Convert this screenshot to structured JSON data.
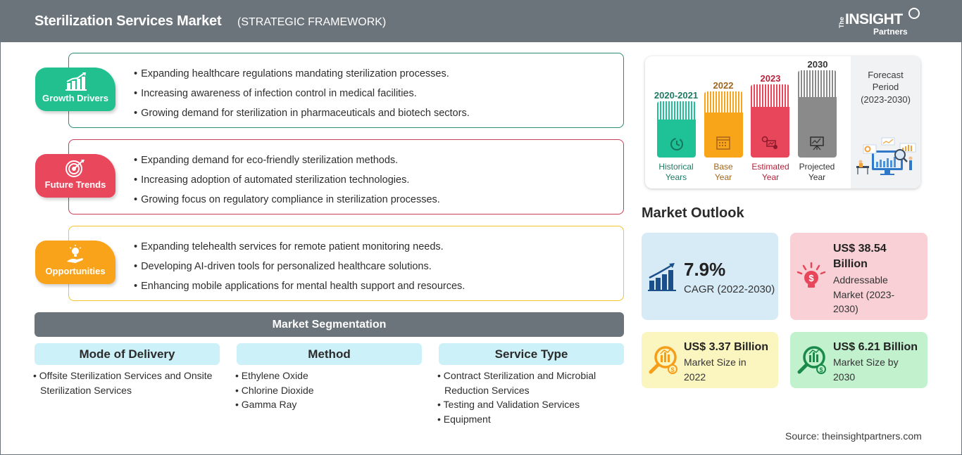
{
  "header": {
    "title": "Sterilization Services Market",
    "subtitle": "(STRATEGIC FRAMEWORK)",
    "logo": {
      "the": "The",
      "insight": "INSIGHT",
      "partners": "Partners"
    }
  },
  "framework": [
    {
      "label": "Growth Drivers",
      "icon": "growth-chart-icon",
      "color": "#21c08e",
      "items": [
        "Expanding healthcare regulations mandating sterilization processes.",
        "Increasing awareness of infection control in medical facilities.",
        "Growing demand for sterilization in pharmaceuticals and biotech sectors."
      ]
    },
    {
      "label": "Future Trends",
      "icon": "target-icon",
      "color": "#e9475c",
      "items": [
        "Expanding demand for eco-friendly sterilization methods.",
        "Increasing adoption of automated sterilization technologies.",
        "Growing focus on regulatory compliance in sterilization processes."
      ]
    },
    {
      "label": "Opportunities",
      "icon": "lightbulb-hand-icon",
      "color": "#f8a31a",
      "items": [
        "Expanding telehealth services for remote patient monitoring needs.",
        "Developing AI-driven tools for personalized healthcare solutions.",
        "Enhancing mobile applications for mental health support and resources."
      ]
    }
  ],
  "segmentation": {
    "title": "Market Segmentation",
    "columns": [
      {
        "heading": "Mode of Delivery",
        "items": [
          "Offsite Sterilization Services and Onsite Sterilization Services"
        ]
      },
      {
        "heading": "Method",
        "items": [
          "Ethylene Oxide",
          "Chlorine Dioxide",
          "Gamma Ray"
        ]
      },
      {
        "heading": "Service Type",
        "items": [
          "Contract Sterilization and Microbial Reduction Services",
          "Testing and Validation Services",
          "Equipment"
        ]
      }
    ]
  },
  "timeline": {
    "periods": [
      {
        "year": "2020-2021",
        "label_line1": "Historical",
        "label_line2": "Years",
        "color": "#1fc196",
        "text_color": "#1e7a63"
      },
      {
        "year": "2022",
        "label_line1": "Base",
        "label_line2": "Year",
        "color": "#f9a519",
        "text_color": "#a0651b"
      },
      {
        "year": "2023",
        "label_line1": "Estimated",
        "label_line2": "Year",
        "color": "#e8475b",
        "text_color": "#b3243c"
      },
      {
        "year": "2030",
        "label_line1": "Projected",
        "label_line2": "Year",
        "color": "#8a8a8a",
        "text_color": "#333333"
      }
    ],
    "forecast": {
      "line1": "Forecast",
      "line2": "Period",
      "line3": "(2023-2030)"
    }
  },
  "outlook": {
    "title": "Market Outlook",
    "cagr": {
      "value": "7.9%",
      "label": "CAGR (2022-2030)"
    },
    "addressable": {
      "value_line1": "US$ 38.54",
      "value_line2": "Billion",
      "label_line1": "Addressable",
      "label_line2": "Market (2023-",
      "label_line3": "2030)"
    },
    "size_2022": {
      "value": "US$ 3.37 Billion",
      "label_line1": "Market Size in",
      "label_line2": "2022"
    },
    "size_2030": {
      "value": "US$ 6.21 Billion",
      "label_line1": "Market Size by",
      "label_line2": "2030"
    }
  },
  "source": "Source: theinsightpartners.com"
}
